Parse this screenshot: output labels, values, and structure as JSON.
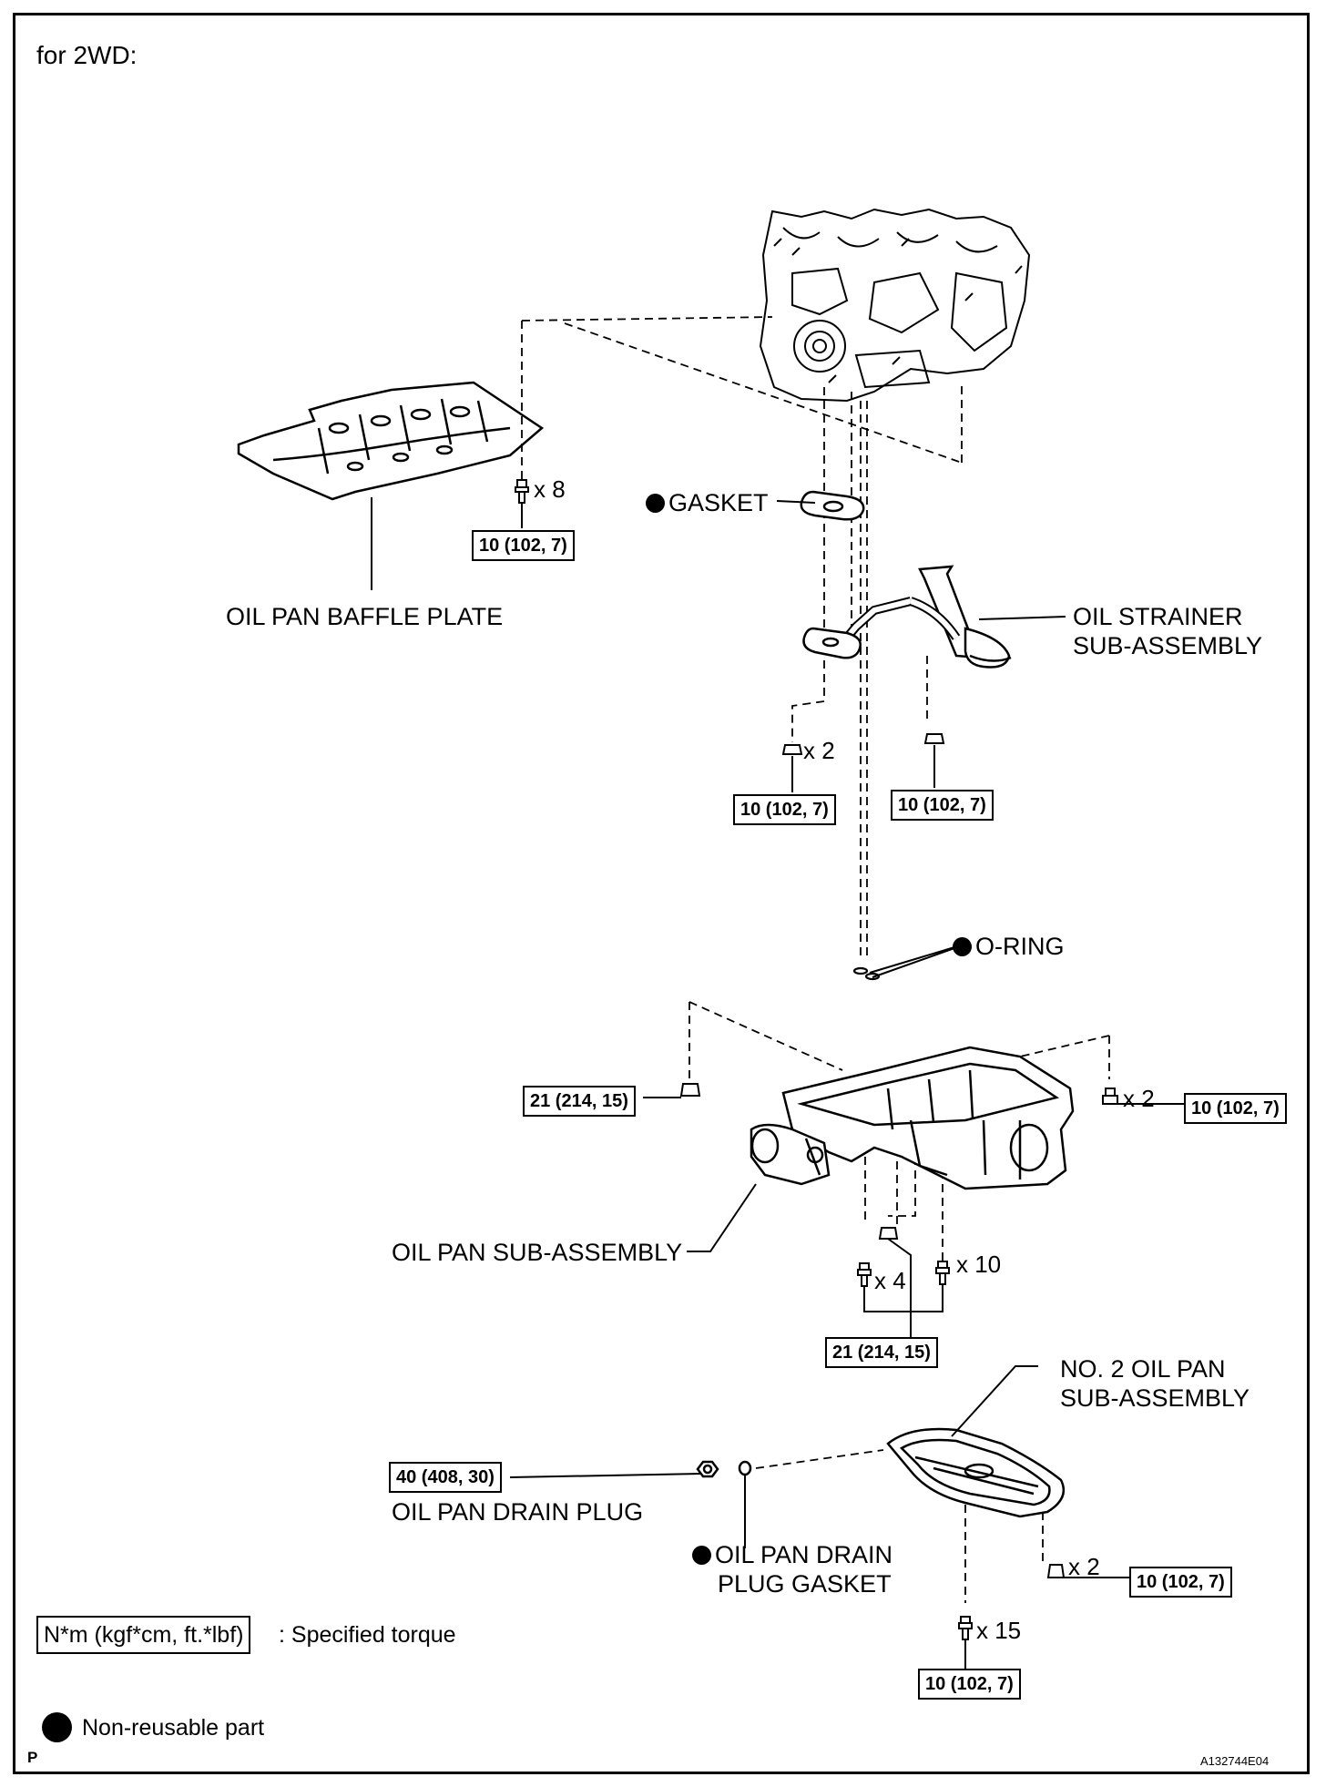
{
  "header": {
    "title": "for 2WD:"
  },
  "parts": {
    "oil_pan_baffle_plate": "OIL PAN BAFFLE PLATE",
    "gasket": "GASKET",
    "oil_strainer_line1": "OIL STRAINER",
    "oil_strainer_line2": "SUB-ASSEMBLY",
    "o_ring": "O-RING",
    "oil_pan_sub_assembly": "OIL PAN SUB-ASSEMBLY",
    "no2_oil_pan_line1": "NO. 2 OIL PAN",
    "no2_oil_pan_line2": "SUB-ASSEMBLY",
    "oil_pan_drain_plug": "OIL PAN DRAIN PLUG",
    "drain_plug_gasket_line1": "OIL PAN DRAIN",
    "drain_plug_gasket_line2": "PLUG GASKET"
  },
  "torques": {
    "baffle_plate": "10 (102, 7)",
    "strainer_left": "10 (102, 7)",
    "strainer_right": "10 (102, 7)",
    "oil_pan_left": "21 (214, 15)",
    "oil_pan_right": "10 (102, 7)",
    "oil_pan_bottom": "21 (214, 15)",
    "drain_plug": "40 (408, 30)",
    "no2_pan_nut": "10 (102, 7)",
    "no2_pan_bolt": "10 (102, 7)"
  },
  "quantities": {
    "baffle_bolts": "x 8",
    "strainer_bolts": "x 2",
    "oil_pan_right_bolts": "x 2",
    "oil_pan_bolts_4": "x 4",
    "oil_pan_bolts_10": "x 10",
    "no2_pan_nuts": "x 2",
    "no2_pan_bolts": "x 15"
  },
  "legend": {
    "torque_unit": "N*m (kgf*cm, ft.*lbf)",
    "torque_text": ": Specified torque",
    "non_reusable": "Non-reusable part"
  },
  "footer": {
    "page_letter": "P",
    "figure_code": "A132744E04"
  }
}
